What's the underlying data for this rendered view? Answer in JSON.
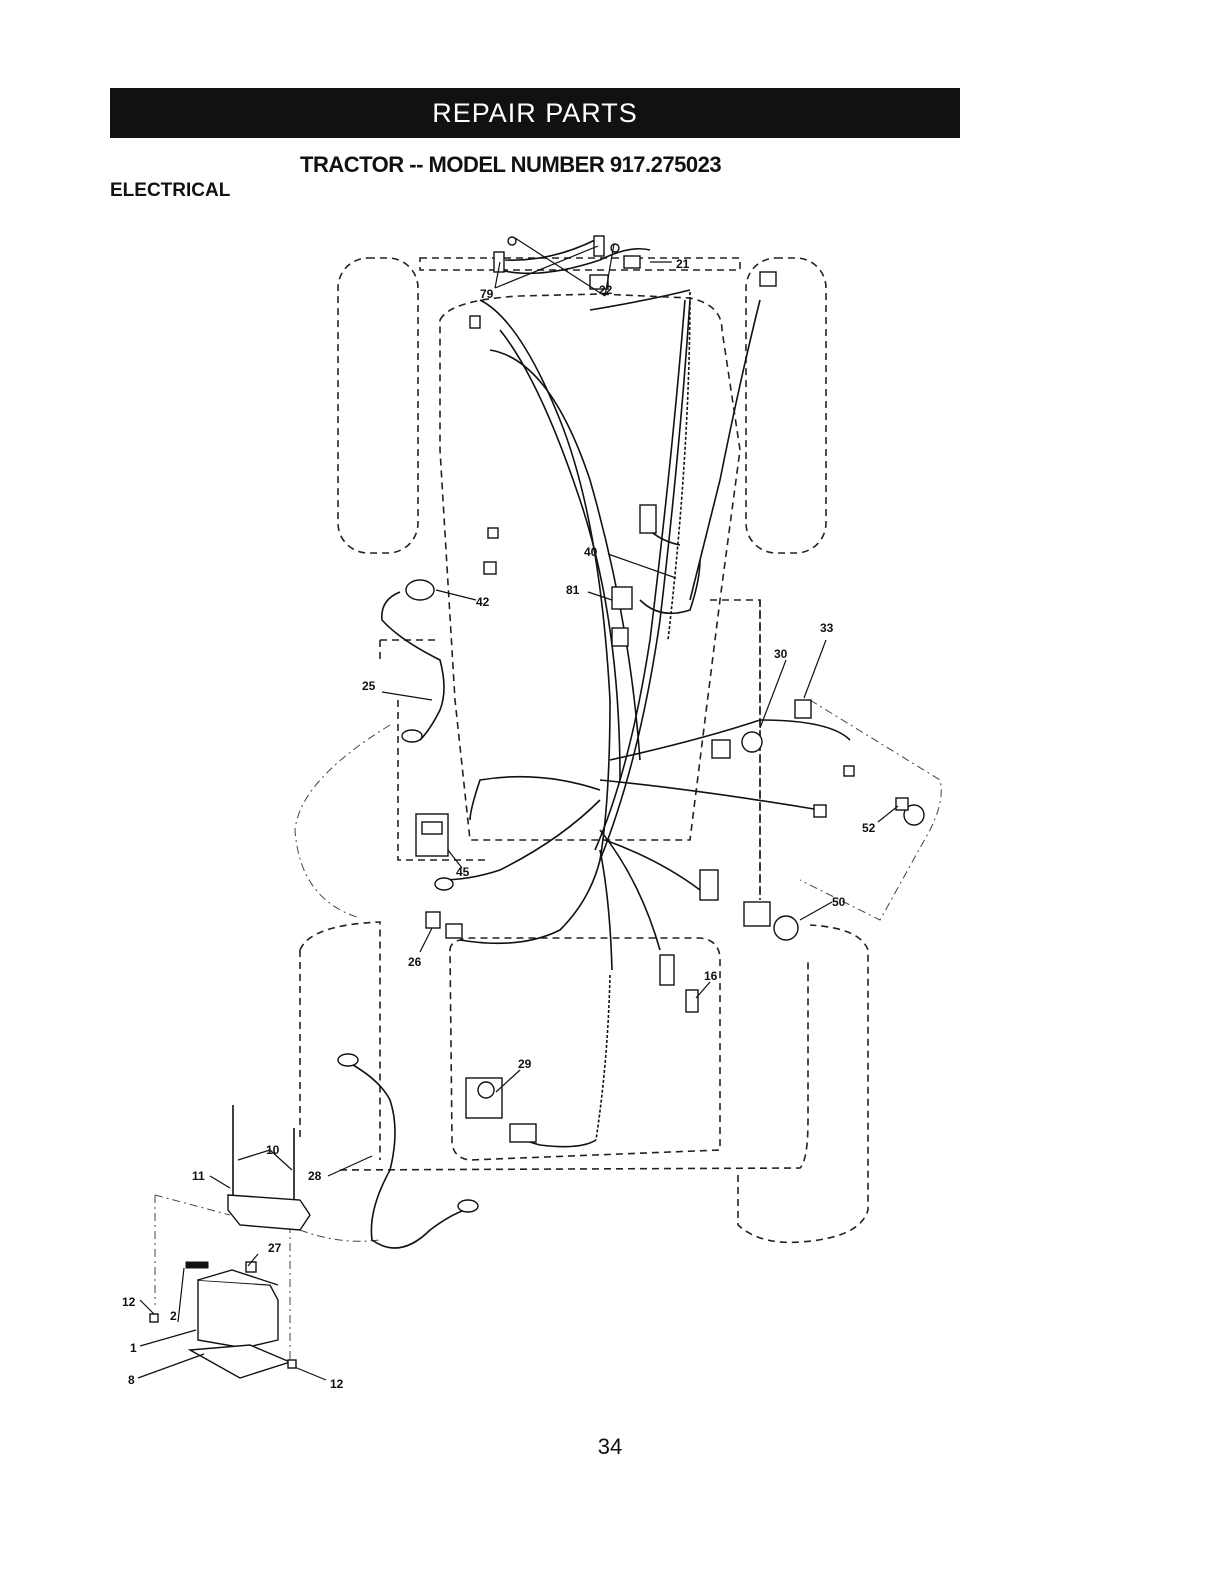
{
  "header": {
    "banner": "REPAIR PARTS",
    "title": "TRACTOR -- MODEL NUMBER 917.275023",
    "section": "ELECTRICAL"
  },
  "callouts": {
    "c22": "22",
    "c21": "21",
    "c79": "79",
    "c40": "40",
    "c81": "81",
    "c42": "42",
    "c33": "33",
    "c30": "30",
    "c25": "25",
    "c52": "52",
    "c45": "45",
    "c50": "50",
    "c26": "26",
    "c16": "16",
    "c29": "29",
    "c10": "10",
    "c11": "11",
    "c28": "28",
    "c27": "27",
    "c12a": "12",
    "c2": "2",
    "c1": "1",
    "c8": "8",
    "c12b": "12"
  },
  "footer": {
    "page_number": "34"
  }
}
